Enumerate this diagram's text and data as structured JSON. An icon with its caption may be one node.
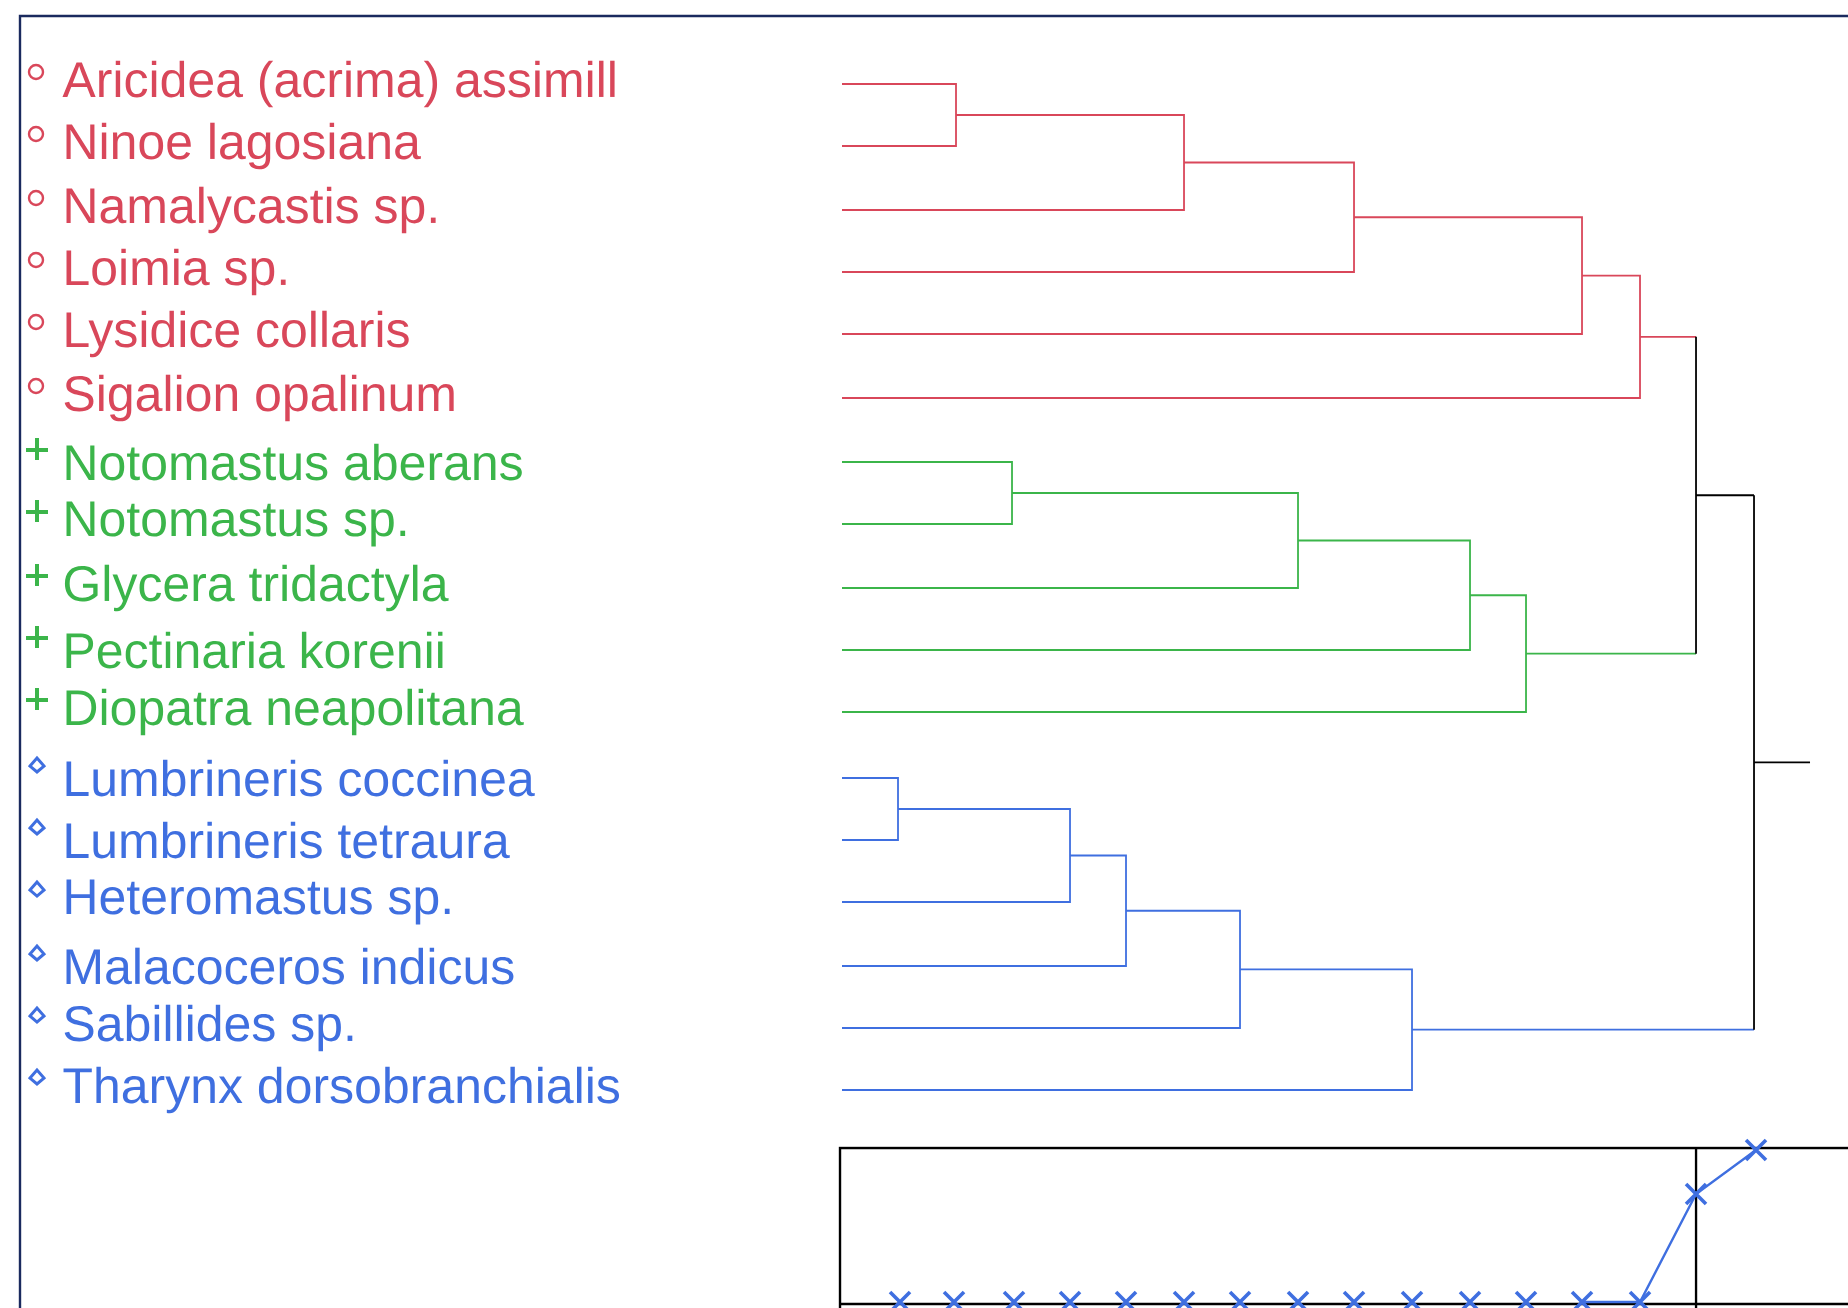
{
  "diagram": {
    "labels": [
      "Aricidea (acrima) assimill",
      "Ninoe lagosiana",
      "Namalycastis sp.",
      "Loimia sp.",
      "Lysidice collaris",
      "Sigalion opalinum",
      "Notomastus aberans",
      "Notomastus sp.",
      "Glycera tridactyla",
      "Pectinaria korenii",
      "Diopatra neapolitana",
      "Lumbrineris coccinea",
      "Lumbrineris tetraura",
      "Heteromastus sp.",
      "Malacoceros indicus",
      "Sabillides sp.",
      "Tharynx dorsobranchialis"
    ]
  }
}
